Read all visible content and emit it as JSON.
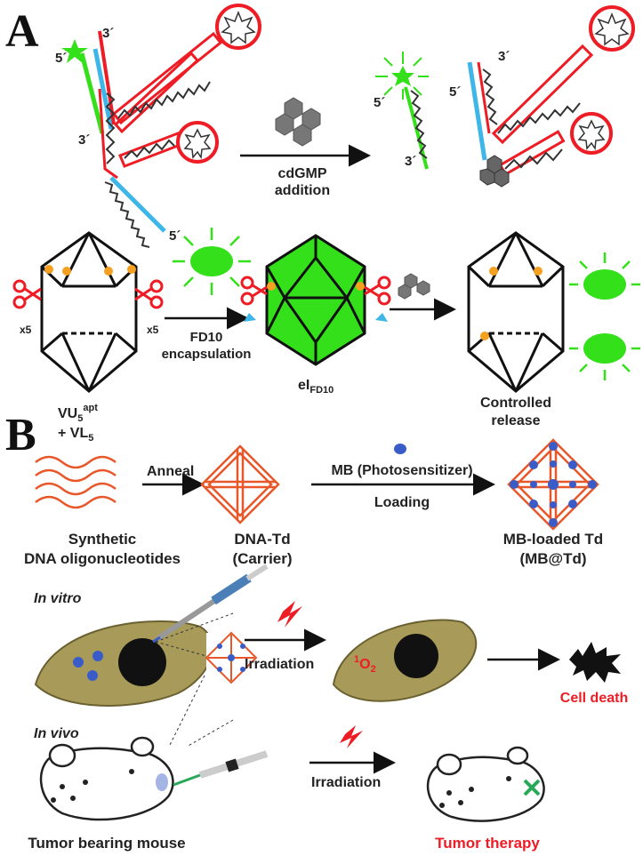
{
  "panel_a": {
    "letter": "A",
    "labels": {
      "prime_3_top": "3´",
      "prime_5_left": "5´",
      "prime_3_mid": "3´",
      "prime_5_bottom": "5´",
      "prime_5_released": "5´",
      "prime_3_released": "3´",
      "prime_3_right": "3´",
      "prime_5_right": "5´"
    },
    "arrow1_label_line1": "cdGMP",
    "arrow1_label_line2": "addition",
    "x5_left": "x5",
    "x5_right": "x5",
    "arrow2_label_line1": "FD10",
    "arrow2_label_line2": "encapsulation",
    "vu_label": "VU",
    "vu_sub": "5",
    "vu_sup": "apt",
    "vl_label": "+ VL",
    "vl_sub": "5",
    "ei_label": "eI",
    "ei_sub": "FD10",
    "release_line1": "Controlled",
    "release_line2": "release",
    "colors": {
      "green": "#33e01a",
      "red": "#ee1c25",
      "blue": "#3eb6e8",
      "orange": "#f5a020",
      "gray": "#777777"
    }
  },
  "panel_b": {
    "letter": "B",
    "anneal": "Anneal",
    "mb_label": "MB (Photosensitizer)",
    "loading": "Loading",
    "synthetic_line1": "Synthetic",
    "synthetic_line2": "DNA oligonucleotides",
    "td_line1": "DNA-Td",
    "td_line2": "(Carrier)",
    "mbtd_line1": "MB-loaded Td",
    "mbtd_line2": "(MB@Td)",
    "in_vitro": "In vitro",
    "in_vivo": "In vivo",
    "irradiation1": "Irradiation",
    "irradiation2": "Irradiation",
    "singlet_sup": "1",
    "singlet_o": "O",
    "singlet_sub": "2",
    "cell_death": "Cell death",
    "mouse_label": "Tumor bearing mouse",
    "tumor_therapy": "Tumor therapy",
    "colors": {
      "orange": "#e8572a",
      "blue": "#3a5cc8",
      "cell": "#a89b5a",
      "red": "#ee1c25"
    }
  }
}
